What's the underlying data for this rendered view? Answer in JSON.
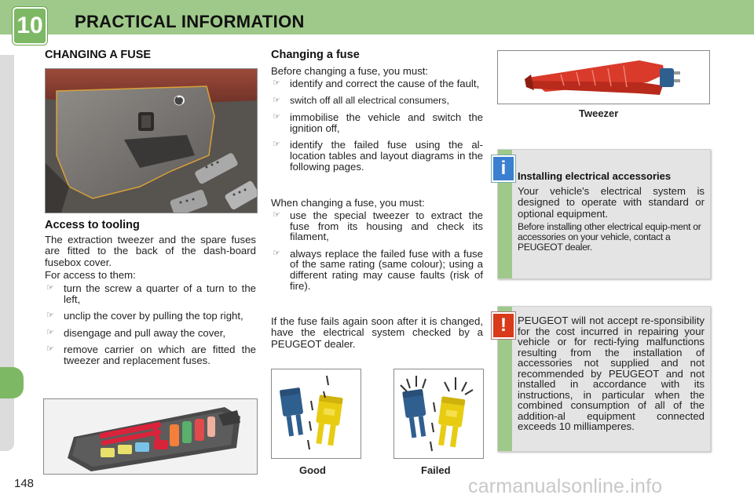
{
  "header": {
    "chapter_number": "10",
    "title": "PRACTICAL INFORMATION"
  },
  "page_number": "148",
  "left_column": {
    "heading": "CHANGING A FUSE",
    "access_heading": "Access to tooling",
    "access_intro": "The extraction tweezer and the spare fuses are fitted to the back of the dash-board fusebox cover.",
    "access_lead": "For access to them:",
    "access_steps": [
      "turn the screw a quarter of a turn to the left,",
      "unclip the cover by pulling the top right,",
      "disengage and pull away the cover,",
      "remove carrier on which are fitted the tweezer and replacement fuses."
    ]
  },
  "middle_column": {
    "heading": "Changing a fuse",
    "before_lead": "Before changing a fuse, you must:",
    "before_steps": [
      "identify and correct the cause of the fault,",
      "switch off all all electrical consumers,",
      "immobilise the vehicle and switch the ignition off,",
      "identify the failed fuse using the al-location tables and layout diagrams in the following pages."
    ],
    "when_lead": "When changing a fuse, you must:",
    "when_steps": [
      "use the special tweezer to extract the fuse from its housing and check its filament,",
      "always replace the failed fuse with a fuse of the same rating (same colour); using a different rating may cause faults (risk of fire)."
    ],
    "fail_again_text": "If the fuse fails again soon after it is changed, have the electrical system checked by a PEUGEOT dealer.",
    "good_caption": "Good",
    "failed_caption": "Failed"
  },
  "right_column": {
    "tweezer_caption": "Tweezer",
    "info_note": {
      "icon_label": "i",
      "title": "Installing electrical accessories",
      "body": "Your vehicle's electrical system is designed to operate with standard or optional equipment.",
      "small": "Before installing other electrical equip-ment or accessories on your vehicle, contact a PEUGEOT dealer."
    },
    "warning_note": {
      "icon_label": "!",
      "body": "PEUGEOT will not accept re-sponsibility for the cost incurred in repairing your vehicle or for recti-fying malfunctions resulting from the installation of accessories not supplied and not recommended by PEUGEOT and not installed in accordance with its instructions, in particular when the combined consumption of all of the addition-al equipment connected exceeds 10 milliamperes."
    }
  },
  "bullet_glyph": "☞",
  "watermark": "carmanualsonline.info",
  "colors": {
    "header_green": "#9fc98a",
    "badge_green": "#7db864",
    "info_blue": "#3b7fd0",
    "warning_red": "#d83a1a",
    "note_grey": "#e4e4e4",
    "fuse_blue": "#2f5f8f",
    "fuse_yellow": "#e8cc12",
    "tweezer_red": "#d93a2a"
  }
}
